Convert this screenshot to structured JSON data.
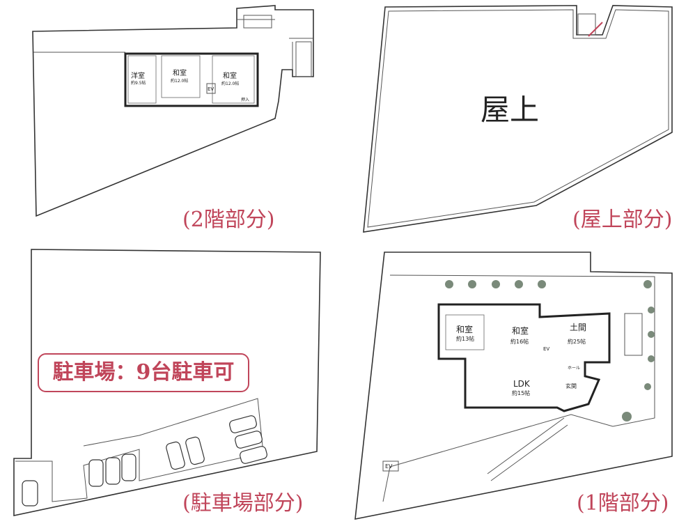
{
  "panels": {
    "second_floor": {
      "caption": "(2階部分)",
      "rooms": [
        {
          "name": "洋室",
          "size": "約9.5帖"
        },
        {
          "name": "和室",
          "size": "約12.0帖"
        },
        {
          "name": "和室",
          "size": "約12.0帖"
        }
      ],
      "ev": "EV",
      "closet": "押入"
    },
    "rooftop": {
      "caption": "(屋上部分)",
      "label": "屋上"
    },
    "parking": {
      "caption": "(駐車場部分)",
      "badge": "駐車場：9台駐車可",
      "car_count": 9
    },
    "first_floor": {
      "caption": "(1階部分)",
      "rooms": [
        {
          "name": "和室",
          "size": "約13帖"
        },
        {
          "name": "和室",
          "size": "約16帖"
        },
        {
          "name": "土間",
          "size": "約25帖"
        },
        {
          "name": "LDK",
          "size": "約15帖"
        }
      ],
      "entrance": "玄関",
      "hall": "ホール",
      "ev": "EV",
      "ev_lower": "EV"
    }
  }
}
